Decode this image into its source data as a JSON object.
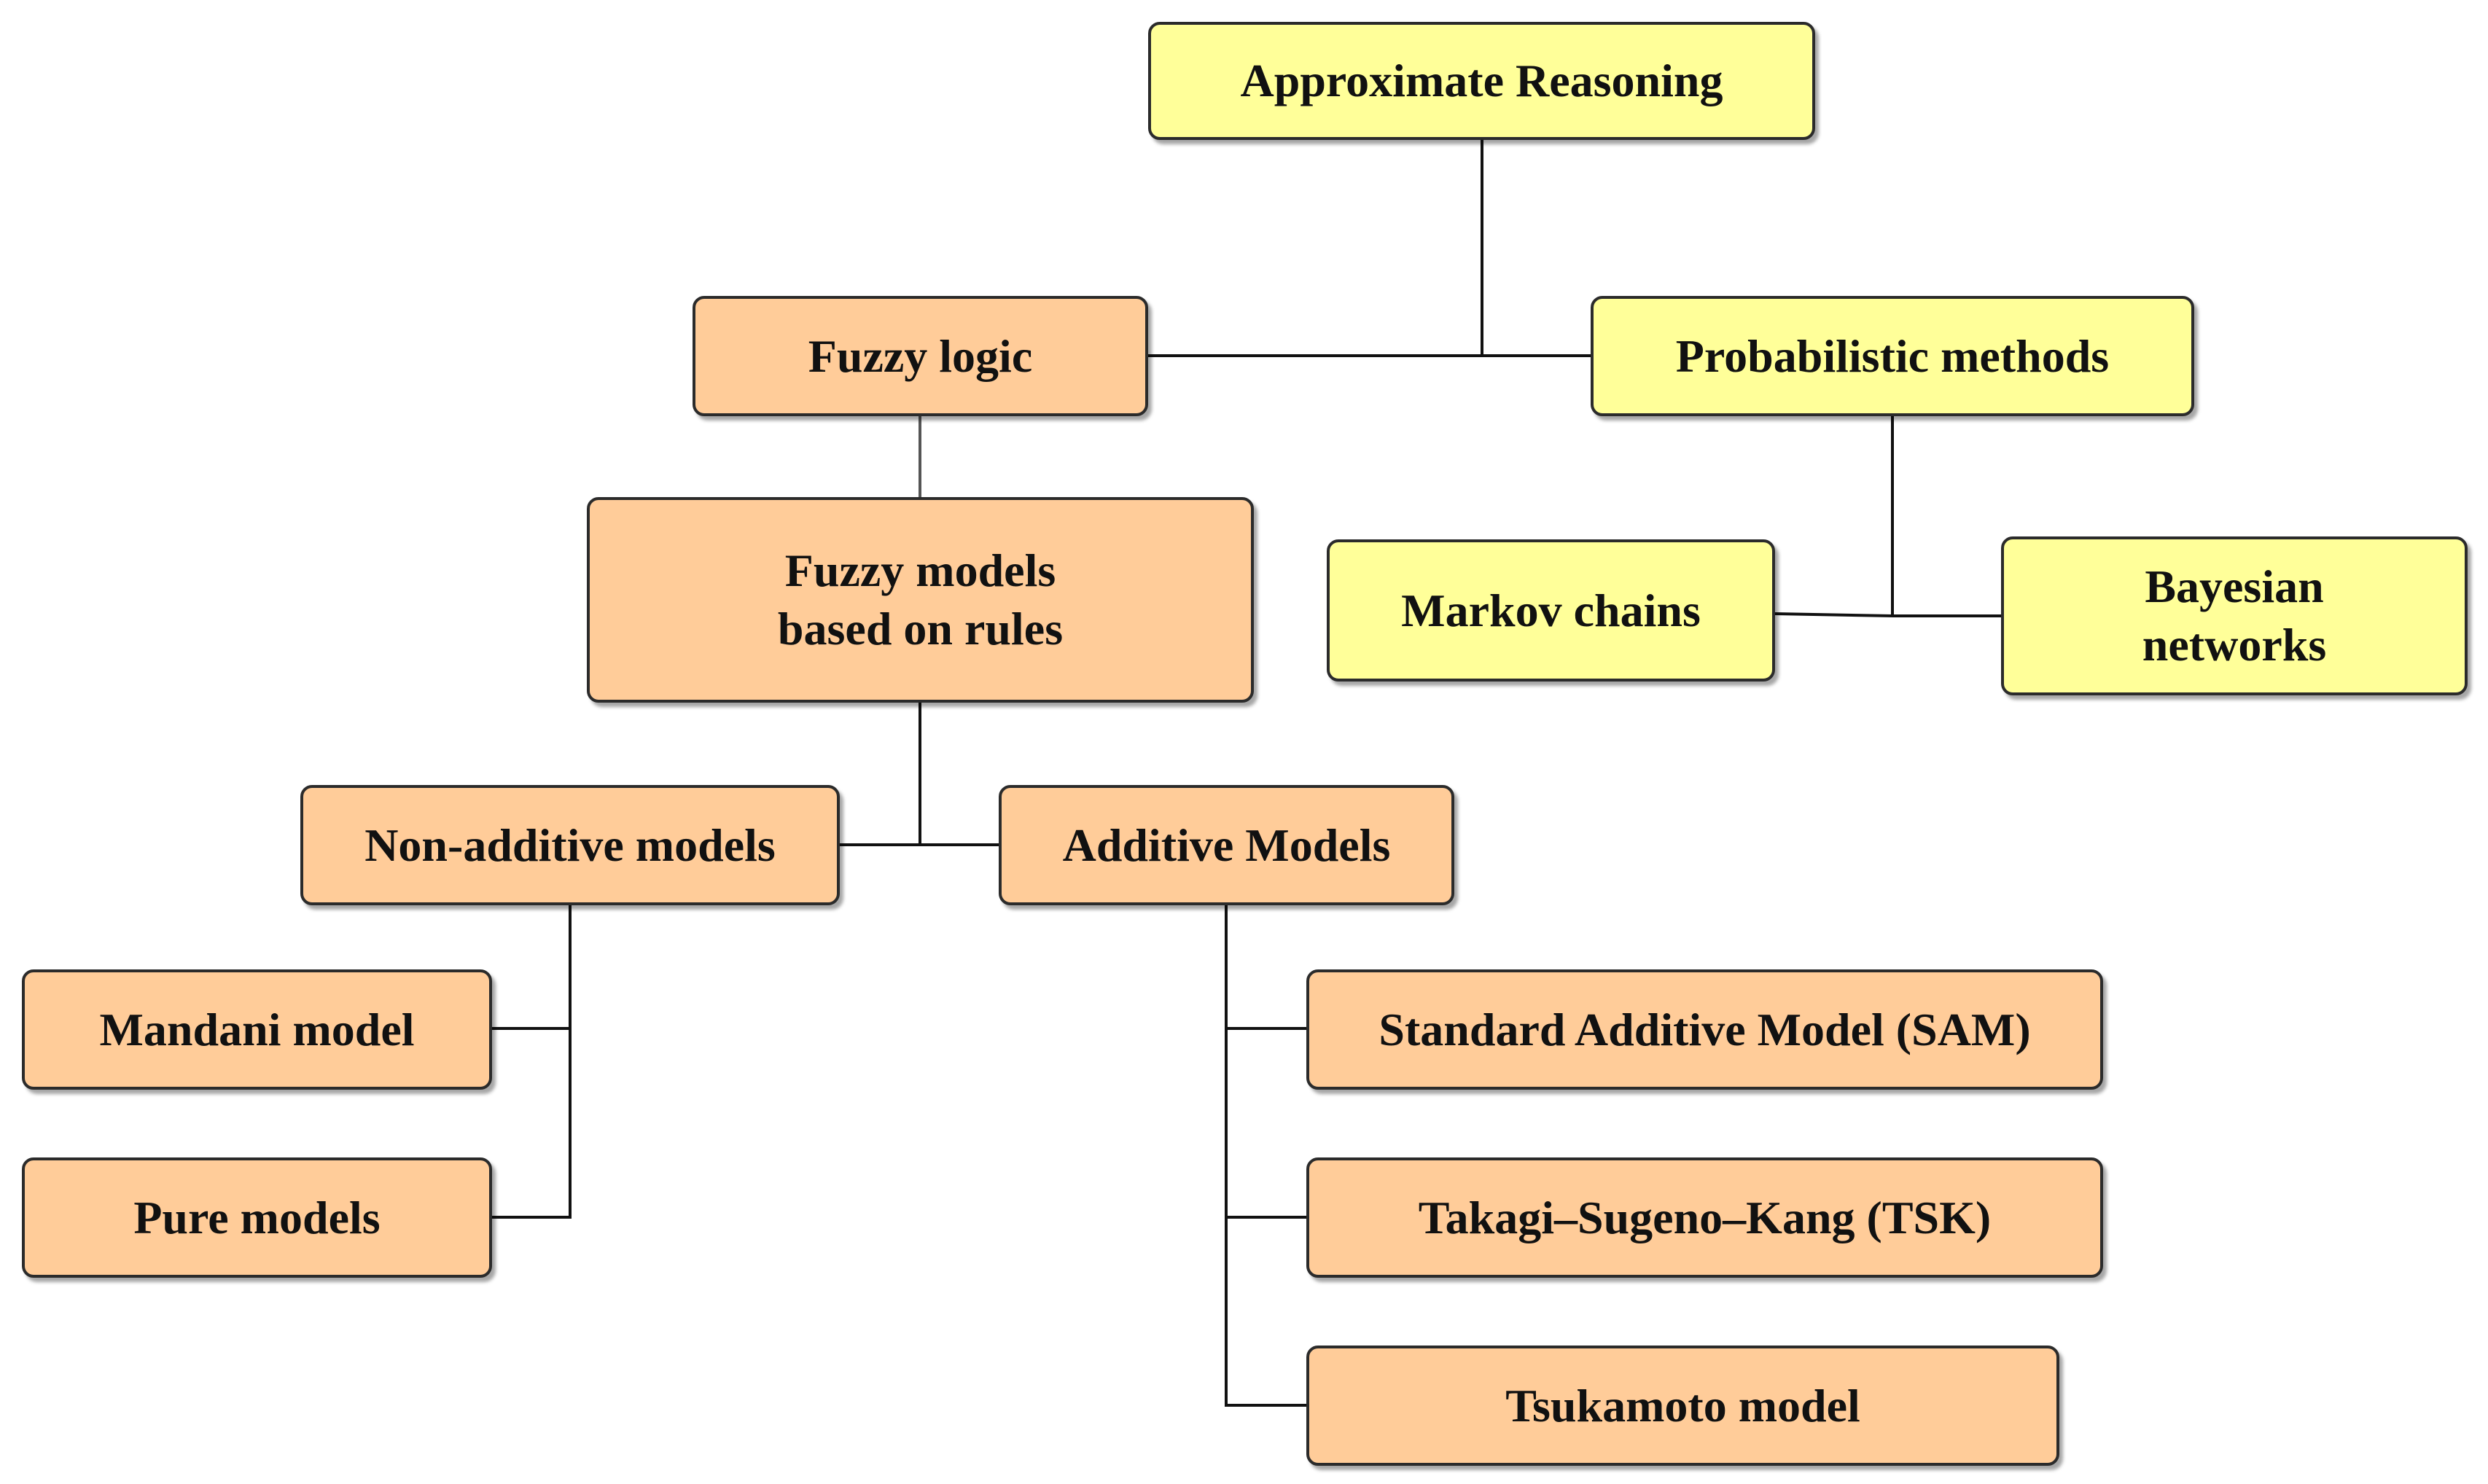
{
  "diagram": {
    "nodes": {
      "approx": {
        "label": "Approximate Reasoning",
        "color": "#ffff99"
      },
      "fuzzy": {
        "label": "Fuzzy logic",
        "color": "#ffcc99"
      },
      "prob": {
        "label": "Probabilistic methods",
        "color": "#ffff99"
      },
      "rules": {
        "line1": "Fuzzy models",
        "line2": "based on rules",
        "color": "#ffcc99"
      },
      "markov": {
        "label": "Markov chains",
        "color": "#ffff99"
      },
      "bayes": {
        "line1": "Bayesian",
        "line2": "networks",
        "color": "#ffff99"
      },
      "nonadd": {
        "label": "Non-additive models",
        "color": "#ffcc99"
      },
      "add": {
        "label": "Additive Models",
        "color": "#ffcc99"
      },
      "mandani": {
        "label": "Mandani model",
        "color": "#ffcc99"
      },
      "pure": {
        "label": "Pure models",
        "color": "#ffcc99"
      },
      "sam": {
        "label": "Standard Additive Model (SAM)",
        "color": "#ffcc99"
      },
      "tsk": {
        "label": "Takagi–Sugeno–Kang (TSK)",
        "color": "#ffcc99"
      },
      "tsuka": {
        "label": "Tsukamoto model",
        "color": "#ffcc99"
      }
    },
    "edges": [
      [
        "approx",
        "fuzzy"
      ],
      [
        "approx",
        "prob"
      ],
      [
        "fuzzy",
        "rules"
      ],
      [
        "prob",
        "markov"
      ],
      [
        "prob",
        "bayes"
      ],
      [
        "rules",
        "nonadd"
      ],
      [
        "rules",
        "add"
      ],
      [
        "nonadd",
        "mandani"
      ],
      [
        "nonadd",
        "pure"
      ],
      [
        "add",
        "sam"
      ],
      [
        "add",
        "tsk"
      ],
      [
        "add",
        "tsuka"
      ]
    ],
    "line_color": "#111111"
  }
}
